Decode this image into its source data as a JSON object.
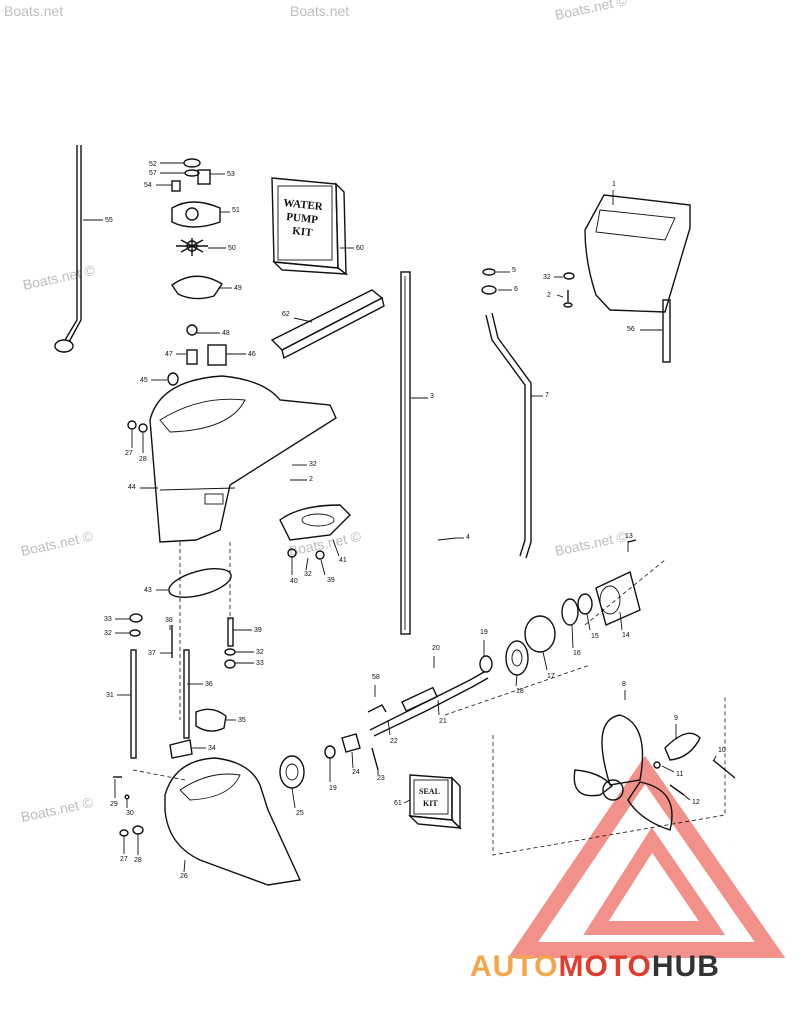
{
  "watermarks": [
    "Boats.net",
    "Boats.net",
    "Boats.net ©",
    "Boats.net ©",
    "Boats.net ©",
    "Boats.net ©",
    "Boats.net ©",
    "Boats.net ©"
  ],
  "kits": {
    "water_pump": [
      "WATER",
      "PUMP",
      "KIT"
    ],
    "seal": [
      "SEAL",
      "KIT"
    ]
  },
  "brand": {
    "part1": "AUTO",
    "part2": "MOTO",
    "part3": "HUB",
    "color1": "#f5a64a",
    "color2": "#e03b2c",
    "color3": "#333333",
    "logo_color": "#e8352a"
  },
  "callouts": [
    "52",
    "57",
    "53",
    "54",
    "51",
    "50",
    "49",
    "48",
    "47",
    "46",
    "45",
    "27",
    "28",
    "44",
    "55",
    "60",
    "62",
    "3",
    "4",
    "5",
    "6",
    "32",
    "2",
    "1",
    "56",
    "7",
    "32",
    "2",
    "40",
    "32",
    "39",
    "41",
    "43",
    "13",
    "14",
    "15",
    "16",
    "17",
    "18",
    "19",
    "20",
    "21",
    "58",
    "22",
    "33",
    "32",
    "38",
    "37",
    "39",
    "32",
    "33",
    "36",
    "31",
    "35",
    "34",
    "29",
    "30",
    "27",
    "28",
    "26",
    "25",
    "19",
    "24",
    "23",
    "61",
    "8",
    "9",
    "10",
    "11",
    "12"
  ]
}
